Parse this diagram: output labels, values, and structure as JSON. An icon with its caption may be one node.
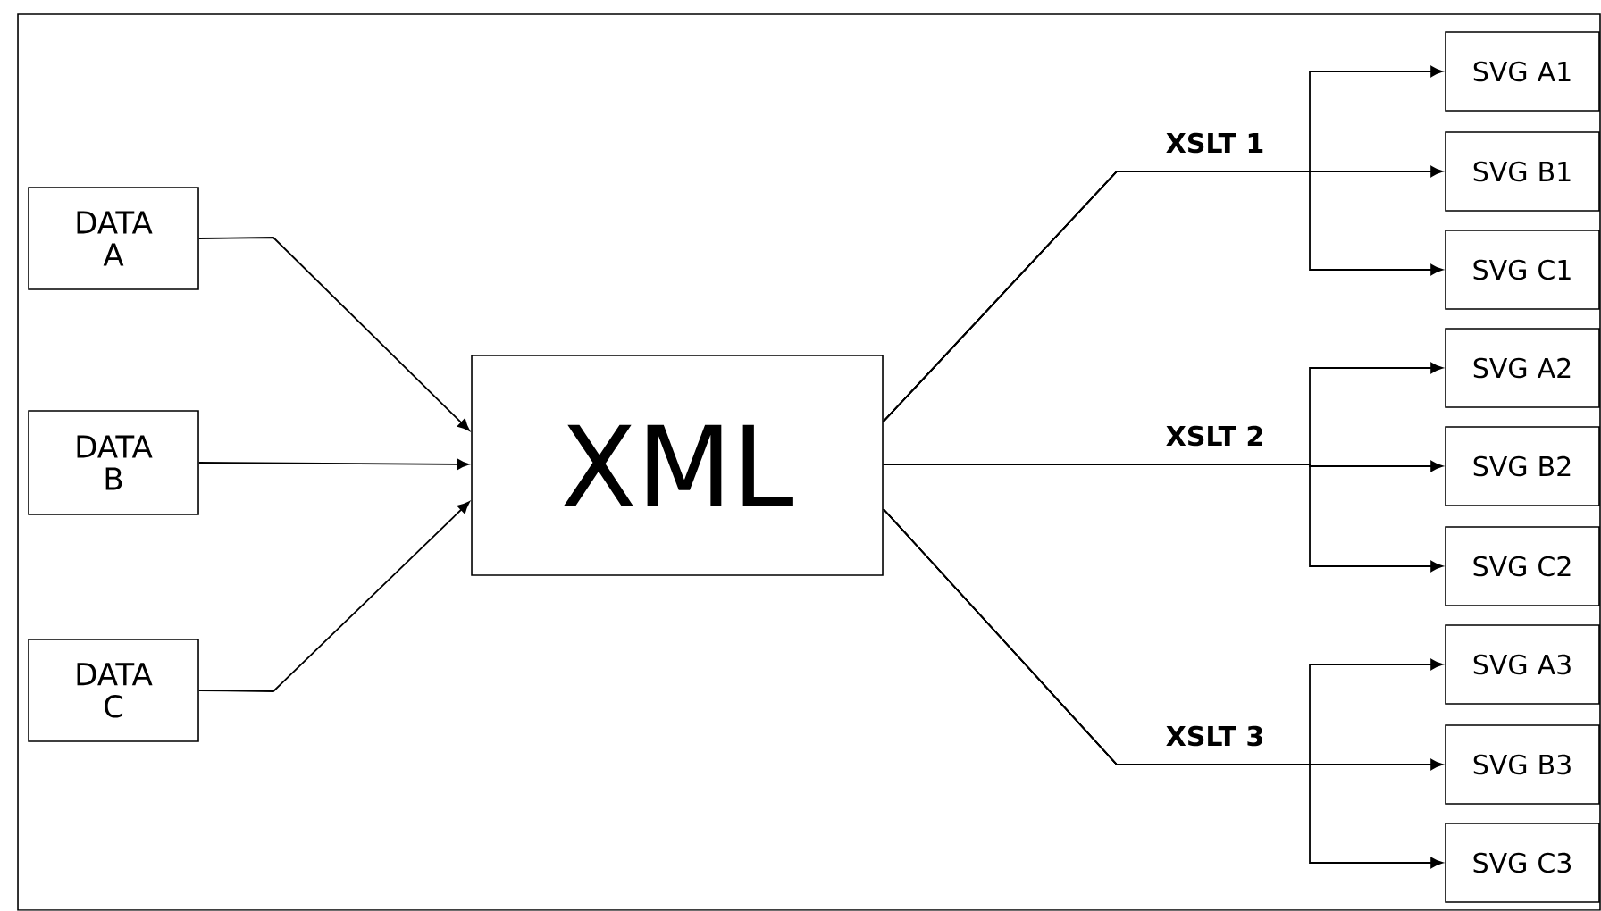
{
  "diagram": {
    "nodes": [
      {
        "text": [
          "DATA A"
        ]
      },
      {
        "text": [
          "DATA B"
        ]
      },
      {
        "text": [
          "DATA C"
        ]
      },
      {
        "text": [
          "XML"
        ]
      },
      {
        "text": [
          "SVG A1"
        ]
      },
      {
        "text": [
          "SVG B1"
        ]
      },
      {
        "text": [
          "SVG C1"
        ]
      },
      {
        "text": [
          "SVG A2"
        ]
      },
      {
        "text": [
          "SVG B2"
        ]
      },
      {
        "text": [
          "SVG C2"
        ]
      },
      {
        "text": [
          "SVG A3"
        ]
      },
      {
        "text": [
          "SVG B3"
        ]
      },
      {
        "text": [
          "SVG C3"
        ]
      }
    ],
    "edges": [
      {
        "from": 0,
        "to": 3,
        "arrow": "to"
      },
      {
        "from": 1,
        "to": 3,
        "arrow": "to"
      },
      {
        "from": 2,
        "to": 3,
        "arrow": "to"
      },
      {
        "from": 3,
        "to": 4,
        "arrow": "to"
      },
      {
        "from": 3,
        "to": 5,
        "arrow": "to",
        "label": "XSLT 1"
      },
      {
        "from": 3,
        "to": 6,
        "arrow": "to"
      },
      {
        "from": 3,
        "to": 7,
        "arrow": "to"
      },
      {
        "from": 3,
        "to": 8,
        "arrow": "to",
        "label": "XSLT 2"
      },
      {
        "from": 3,
        "to": 9,
        "arrow": "to"
      },
      {
        "from": 3,
        "to": 10,
        "arrow": "to"
      },
      {
        "from": 3,
        "to": 11,
        "arrow": "to",
        "label": "XSLT 3"
      },
      {
        "from": 3,
        "to": 12,
        "arrow": "to"
      }
    ]
  }
}
